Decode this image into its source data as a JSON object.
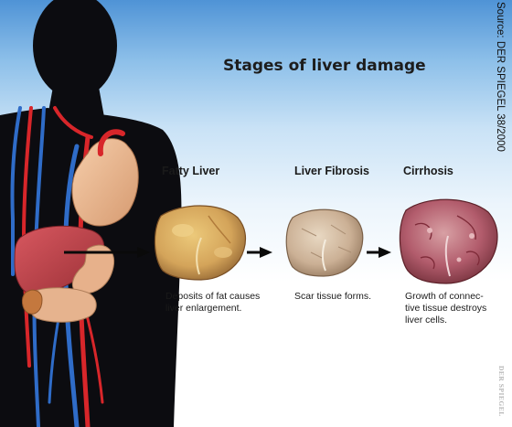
{
  "title": "Stages of liver damage",
  "source": "Source: DER SPIEGEL 38/2000",
  "watermark": "DER SPIEGEL",
  "stages": [
    {
      "name": "Fatty Liver",
      "description": "Deposits of fat causes\nliver enlargement."
    },
    {
      "name": "Liver Fibrosis",
      "description": "Scar tissue forms."
    },
    {
      "name": "Cirrhosis",
      "description": "Growth of connec-\ntive tissue destroys\nliver cells."
    }
  ],
  "colors": {
    "sky_top": "#4f93d6",
    "silhouette": "#0c0c10",
    "artery": "#d8262a",
    "vein": "#2f6cc8",
    "heart": "#e8b48c",
    "liver_in_body": "#c04850",
    "fatty_liver": "#d4a860",
    "fibrosis_liver": "#cdb39a",
    "cirrhosis_liver": "#b06070"
  }
}
